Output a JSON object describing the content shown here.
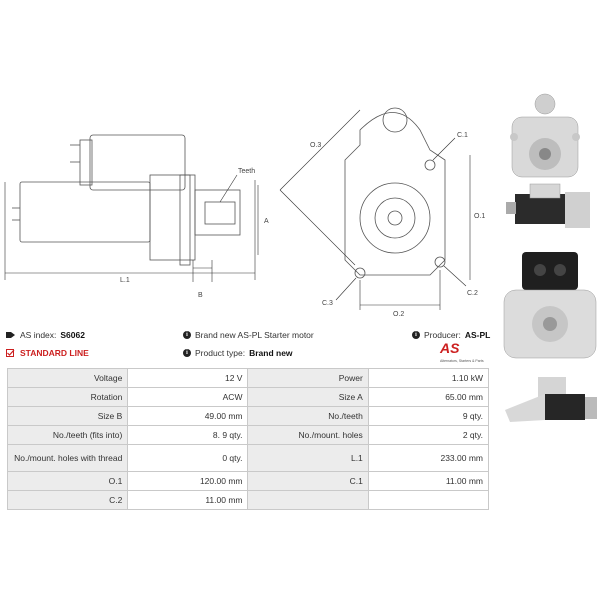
{
  "drawing": {
    "dim_teeth": "Teeth",
    "dim_a": "A",
    "dim_l1": "L.1",
    "dim_b": "B",
    "dim_o3": "O.3",
    "dim_c1": "C.1",
    "dim_o1": "O.1",
    "dim_c3": "C.3",
    "dim_o2": "O.2",
    "dim_c2": "C.2"
  },
  "info": {
    "as_index_label": "AS index:",
    "as_index_value": "S6062",
    "description": "Brand new AS-PL Starter motor",
    "producer_label": "Producer:",
    "producer_value": "AS-PL",
    "standard_line": "STANDARD LINE",
    "product_type_label": "Product type:",
    "product_type_value": "Brand new"
  },
  "logo": {
    "text": "AS",
    "tagline": "Alternators, Starters & Parts"
  },
  "specs": [
    [
      "Voltage",
      "12 V",
      "Power",
      "1.10 kW"
    ],
    [
      "Rotation",
      "ACW",
      "Size A",
      "65.00 mm"
    ],
    [
      "Size B",
      "49.00 mm",
      "No./teeth",
      "9 qty."
    ],
    [
      "No./teeth (fits into)",
      "8. 9 qty.",
      "No./mount. holes",
      "2 qty."
    ],
    [
      "No./mount. holes with thread",
      "0 qty.",
      "L.1",
      "233.00 mm"
    ],
    [
      "O.1",
      "120.00 mm",
      "C.1",
      "11.00 mm"
    ],
    [
      "C.2",
      "11.00 mm",
      "",
      ""
    ]
  ],
  "colors": {
    "accent_red": "#cc1f1f",
    "label_bg": "#ececec",
    "border": "#c9c9c9"
  }
}
